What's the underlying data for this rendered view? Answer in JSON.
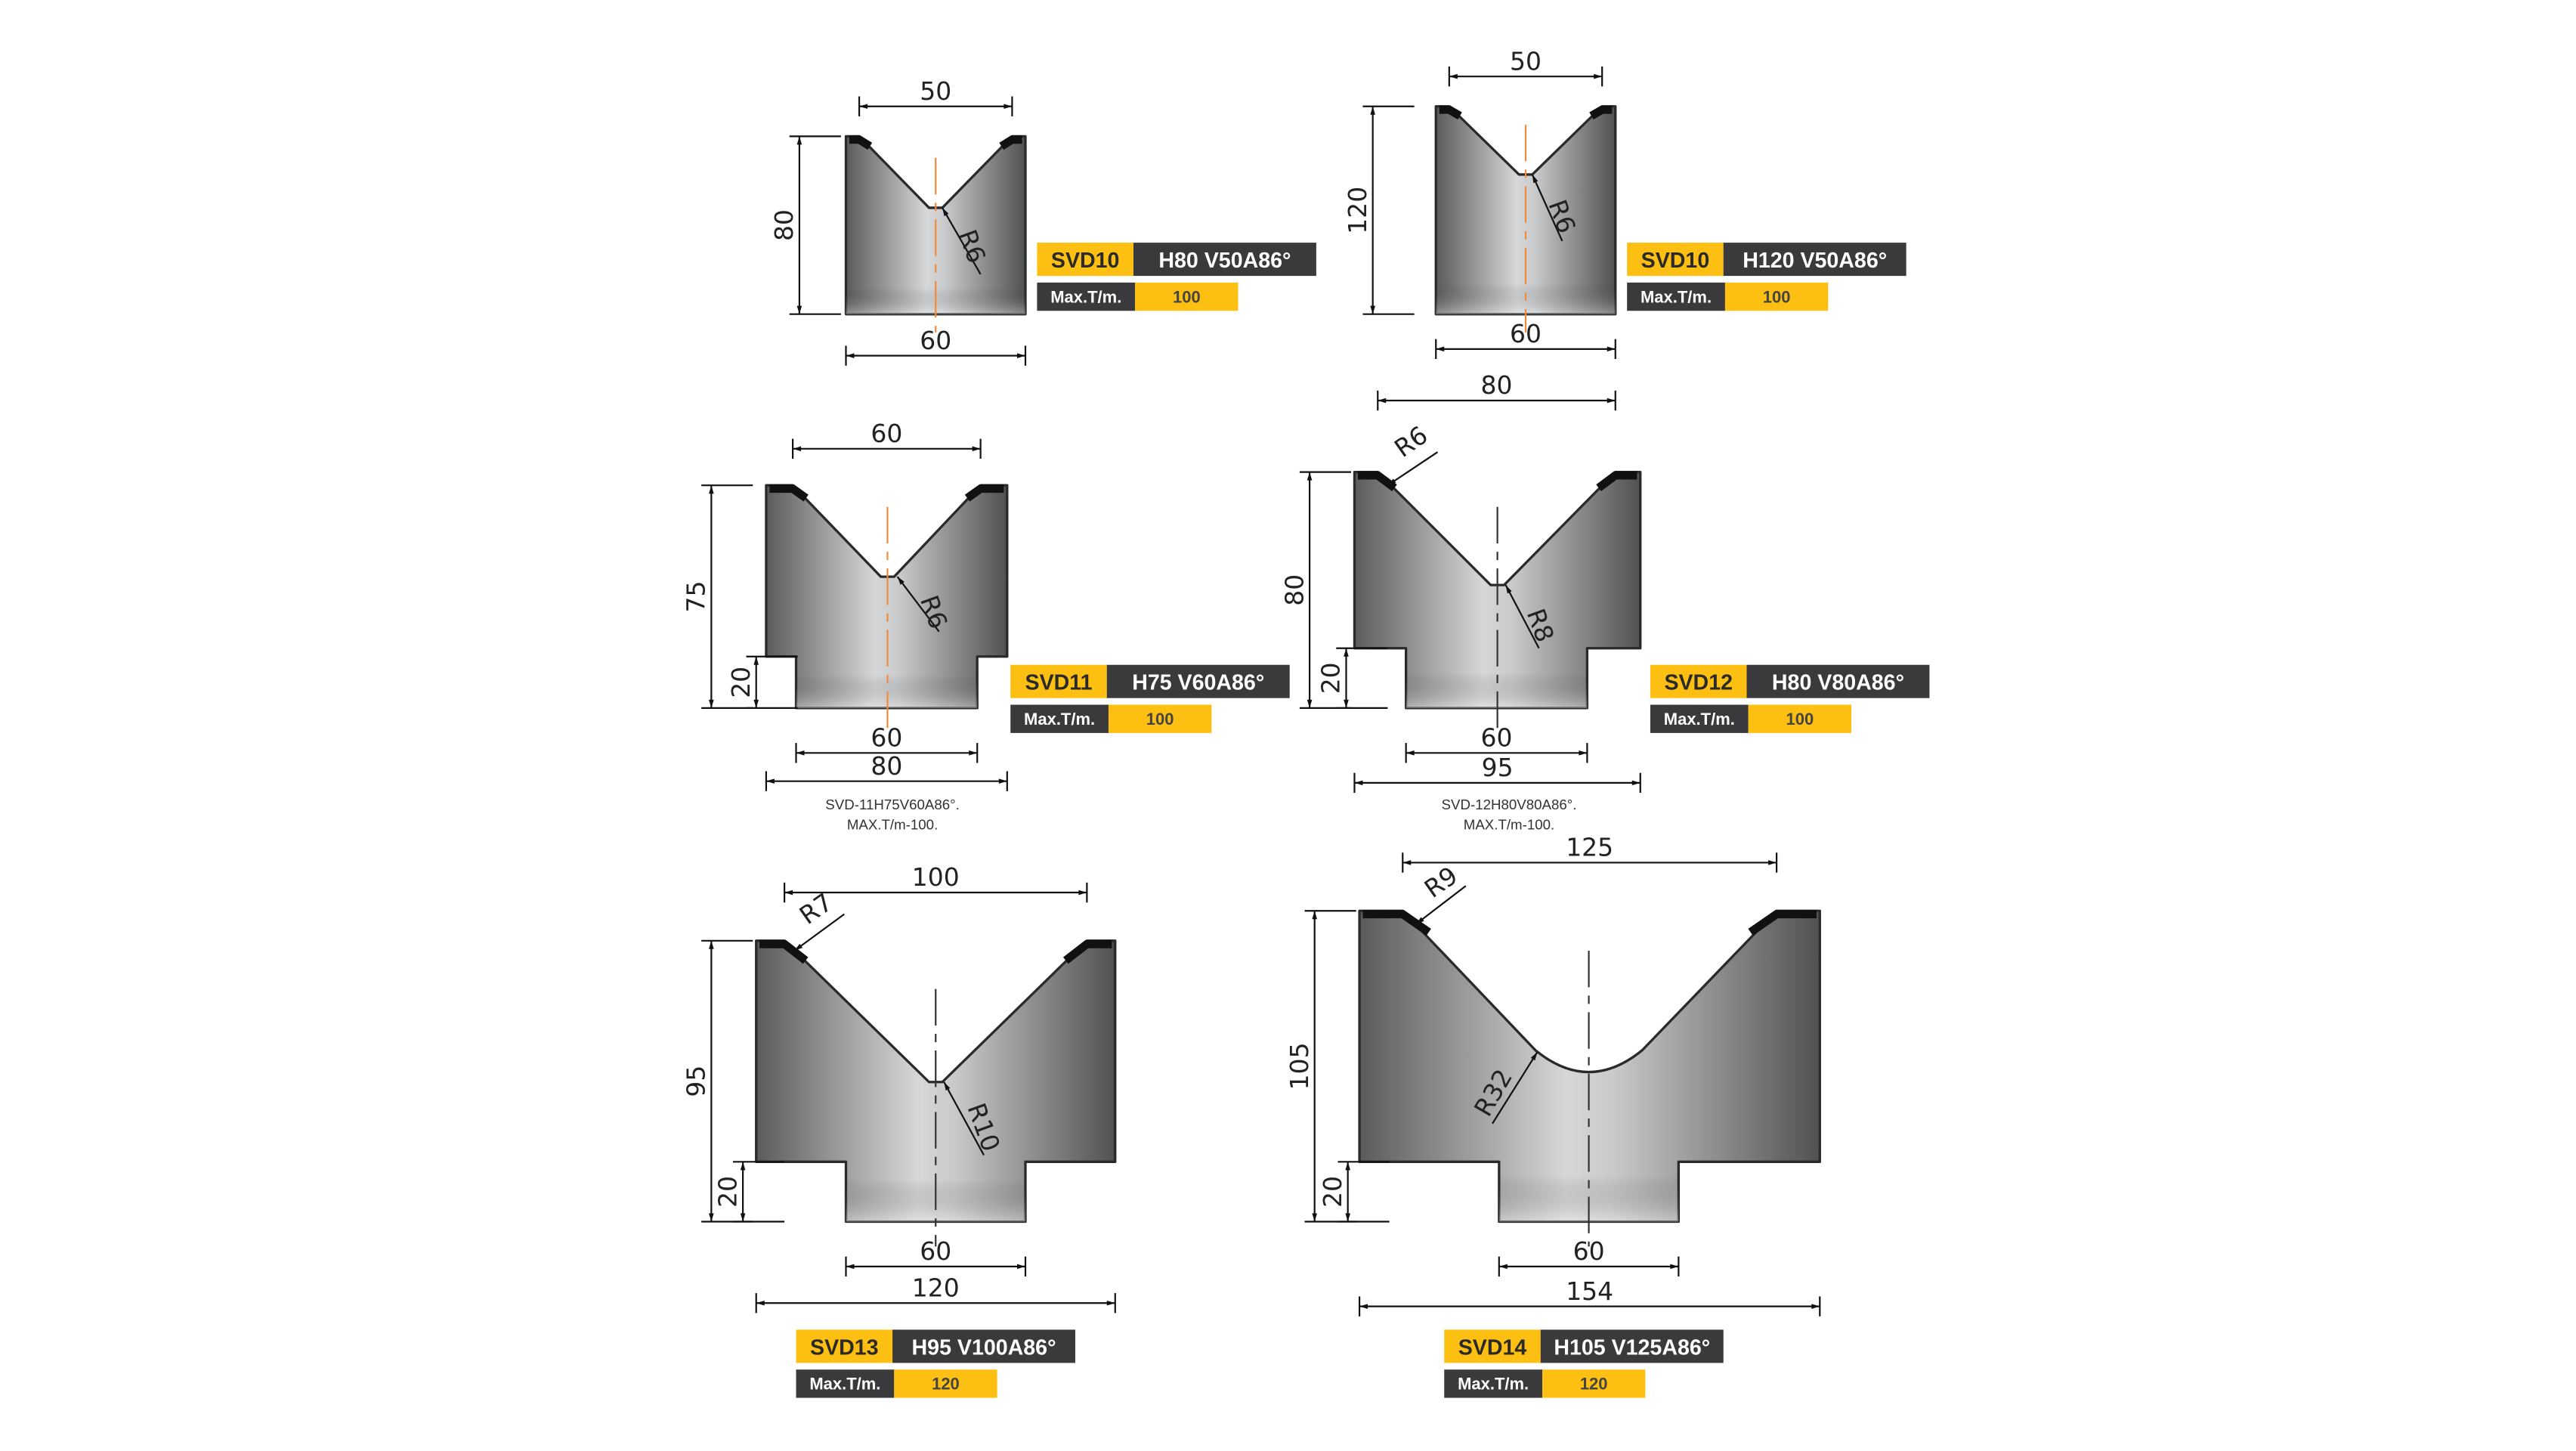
{
  "colors": {
    "accent_yellow": "#fdbf12",
    "label_dark": "#3a3a3c",
    "centerline_orange": "#f08a3c",
    "body_dark": "#58595b",
    "body_light": "#d4d5d7"
  },
  "dies": [
    {
      "code": "SVD10",
      "spec": "H80 V50A86°",
      "max_label": "Max.T/m.",
      "max_value": "100",
      "dimensions": {
        "top": "50",
        "height": "80",
        "base": "60"
      },
      "radii": [
        "R6"
      ]
    },
    {
      "code": "SVD10",
      "spec": "H120 V50A86°",
      "max_label": "Max.T/m.",
      "max_value": "100",
      "dimensions": {
        "top": "50",
        "height": "120",
        "base": "60"
      },
      "radii": [
        "R6"
      ]
    },
    {
      "code": "SVD11",
      "spec": "H75 V60A86°",
      "max_label": "Max.T/m.",
      "max_value": "100",
      "dimensions": {
        "top": "60",
        "height": "75",
        "step": "20",
        "stem": "60",
        "base": "80"
      },
      "radii": [
        "R6"
      ],
      "notes": [
        "SVD-11H75V60A86°.",
        "MAX.T/m-100."
      ]
    },
    {
      "code": "SVD12",
      "spec": "H80 V80A86°",
      "max_label": "Max.T/m.",
      "max_value": "100",
      "dimensions": {
        "top": "80",
        "height": "80",
        "step": "20",
        "stem": "60",
        "base": "95"
      },
      "radii": [
        "R6",
        "R8"
      ],
      "notes": [
        "SVD-12H80V80A86°.",
        "MAX.T/m-100."
      ]
    },
    {
      "code": "SVD13",
      "spec": "H95 V100A86°",
      "max_label": "Max.T/m.",
      "max_value": "120",
      "dimensions": {
        "top": "100",
        "height": "95",
        "step": "20",
        "stem": "60",
        "base": "120"
      },
      "radii": [
        "R7",
        "R10"
      ]
    },
    {
      "code": "SVD14",
      "spec": "H105 V125A86°",
      "max_label": "Max.T/m.",
      "max_value": "120",
      "dimensions": {
        "top": "125",
        "height": "105",
        "step": "20",
        "stem": "60",
        "base": "154"
      },
      "radii": [
        "R9",
        "R32"
      ]
    }
  ]
}
